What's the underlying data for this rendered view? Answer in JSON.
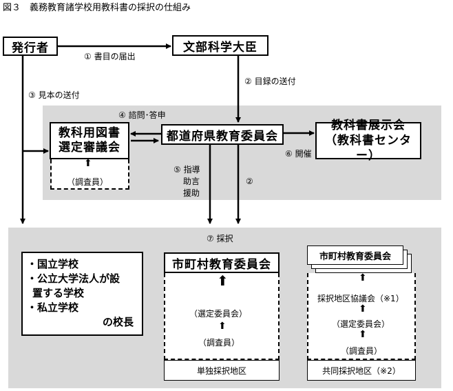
{
  "title": "図３　義務教育諸学校用教科書の採択の仕組み",
  "nodes": {
    "publisher": "発行者",
    "minister": "文部科学大臣",
    "council_line1": "教科用図書",
    "council_line2": "選定審議会",
    "investigator_top": "（調査員）",
    "prefecture_board": "都道府県教育委員会",
    "exhibit_line1": "教科書展示会",
    "exhibit_line2": "（教科書センター）",
    "schools_item1": "・国立学校",
    "schools_item2_line1": "・公立大学法人が設",
    "schools_item2_line2": "置する学校",
    "schools_item3": "・私立学校",
    "schools_suffix": "の校長",
    "single_board": "市町村教育委員会",
    "single_committee": "（選定委員会）",
    "single_investigator": "（調査員）",
    "single_area": "単独採択地区",
    "joint_board": "市町村教育委員会",
    "joint_council": "採択地区協議会（※1）",
    "joint_committee": "（選定委員会）",
    "joint_investigator": "（調査員）",
    "joint_area": "共同採択地区（※2）"
  },
  "edges": {
    "e1": "① 書目の届出",
    "e2": "② 目録の送付",
    "e3": "③ 見本の送付",
    "e4": "④ 諮問･答申",
    "e5_line1": "⑤ 指導",
    "e5_line2": "助言",
    "e5_line3": "援助",
    "e6": "⑥ 開催",
    "e2b": "②",
    "e7": "⑦ 採択"
  }
}
